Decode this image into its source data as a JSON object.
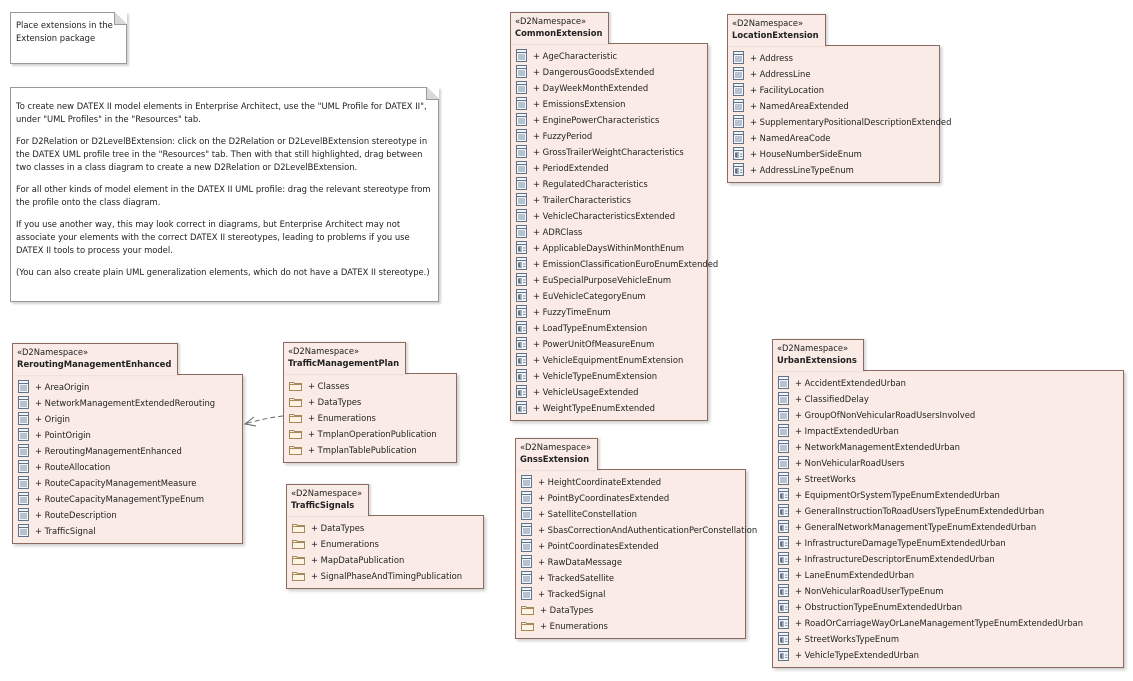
{
  "notes": [
    {
      "paragraphs": [
        "Place extensions in the Extension package"
      ]
    },
    {
      "paragraphs": [
        "To create new DATEX II model elements in Enterprise Architect, use the \"UML Profile for DATEX II\", under \"UML Profiles\" in the \"Resources\" tab.",
        "For D2Relation or D2LevelBExtension: click on the D2Relation or D2LevelBExtension stereotype in the DATEX UML profile tree in the \"Resources\" tab. Then with that still highlighted, drag between two classes in a class diagram to create a new D2Relation or D2LevelBExtension.",
        "For all other kinds of model element in the DATEX II UML profile: drag the relevant stereotype from the profile onto the class diagram.",
        "If you use another way, this may look correct in diagrams, but Enterprise Architect may not associate your elements with the correct DATEX II stereotypes, leading to problems if you use DATEX II tools to process your model.",
        "(You can also create plain UML generalization elements, which do not have a DATEX II stereotype.)"
      ]
    }
  ],
  "packages": [
    {
      "stereotype": "«D2Namespace»",
      "name": "CommonExtension",
      "items": [
        {
          "label": "+ AgeCharacteristic",
          "kind": "class"
        },
        {
          "label": "+ DangerousGoodsExtended",
          "kind": "class"
        },
        {
          "label": "+ DayWeekMonthExtended",
          "kind": "class"
        },
        {
          "label": "+ EmissionsExtension",
          "kind": "class"
        },
        {
          "label": "+ EnginePowerCharacteristics",
          "kind": "class"
        },
        {
          "label": "+ FuzzyPeriod",
          "kind": "class"
        },
        {
          "label": "+ GrossTrailerWeightCharacteristics",
          "kind": "class"
        },
        {
          "label": "+ PeriodExtended",
          "kind": "class"
        },
        {
          "label": "+ RegulatedCharacteristics",
          "kind": "class"
        },
        {
          "label": "+ TrailerCharacteristics",
          "kind": "class"
        },
        {
          "label": "+ VehicleCharacteristicsExtended",
          "kind": "class"
        },
        {
          "label": "+ ADRClass",
          "kind": "class"
        },
        {
          "label": "+ ApplicableDaysWithinMonthEnum",
          "kind": "enum"
        },
        {
          "label": "+ EmissionClassificationEuroEnumExtended",
          "kind": "enum"
        },
        {
          "label": "+ EuSpecialPurposeVehicleEnum",
          "kind": "enum"
        },
        {
          "label": "+ EuVehicleCategoryEnum",
          "kind": "enum"
        },
        {
          "label": "+ FuzzyTimeEnum",
          "kind": "enum"
        },
        {
          "label": "+ LoadTypeEnumExtension",
          "kind": "enum"
        },
        {
          "label": "+ PowerUnitOfMeasureEnum",
          "kind": "enum"
        },
        {
          "label": "+ VehicleEquipmentEnumExtension",
          "kind": "enum"
        },
        {
          "label": "+ VehicleTypeEnumExtension",
          "kind": "enum"
        },
        {
          "label": "+ VehicleUsageExtended",
          "kind": "enum"
        },
        {
          "label": "+ WeightTypeEnumExtended",
          "kind": "enum"
        }
      ]
    },
    {
      "stereotype": "«D2Namespace»",
      "name": "LocationExtension",
      "items": [
        {
          "label": "+ Address",
          "kind": "class"
        },
        {
          "label": "+ AddressLine",
          "kind": "class"
        },
        {
          "label": "+ FacilityLocation",
          "kind": "class"
        },
        {
          "label": "+ NamedAreaExtended",
          "kind": "class"
        },
        {
          "label": "+ SupplementaryPositionalDescriptionExtended",
          "kind": "class"
        },
        {
          "label": "+ NamedAreaCode",
          "kind": "class"
        },
        {
          "label": "+ HouseNumberSideEnum",
          "kind": "enum"
        },
        {
          "label": "+ AddressLineTypeEnum",
          "kind": "enum"
        }
      ]
    },
    {
      "stereotype": "«D2Namespace»",
      "name": "ReroutingManagementEnhanced",
      "items": [
        {
          "label": "+ AreaOrigin",
          "kind": "class"
        },
        {
          "label": "+ NetworkManagementExtendedRerouting",
          "kind": "class"
        },
        {
          "label": "+ Origin",
          "kind": "class"
        },
        {
          "label": "+ PointOrigin",
          "kind": "class"
        },
        {
          "label": "+ ReroutingManagementEnhanced",
          "kind": "class"
        },
        {
          "label": "+ RouteAllocation",
          "kind": "class"
        },
        {
          "label": "+ RouteCapacityManagementMeasure",
          "kind": "class"
        },
        {
          "label": "+ RouteCapacityManagementTypeEnum",
          "kind": "class"
        },
        {
          "label": "+ RouteDescription",
          "kind": "class"
        },
        {
          "label": "+ TrafficSignal",
          "kind": "class"
        }
      ]
    },
    {
      "stereotype": "«D2Namespace»",
      "name": "TrafficManagementPlan",
      "items": [
        {
          "label": "+ Classes",
          "kind": "folder"
        },
        {
          "label": "+ DataTypes",
          "kind": "folder"
        },
        {
          "label": "+ Enumerations",
          "kind": "folder"
        },
        {
          "label": "+ TmplanOperationPublication",
          "kind": "folder"
        },
        {
          "label": "+ TmplanTablePublication",
          "kind": "folder"
        }
      ]
    },
    {
      "stereotype": "«D2Namespace»",
      "name": "TrafficSignals",
      "items": [
        {
          "label": "+ DataTypes",
          "kind": "folder"
        },
        {
          "label": "+ Enumerations",
          "kind": "folder"
        },
        {
          "label": "+ MapDataPublication",
          "kind": "folder"
        },
        {
          "label": "+ SignalPhaseAndTimingPublication",
          "kind": "folder"
        }
      ]
    },
    {
      "stereotype": "«D2Namespace»",
      "name": "GnssExtension",
      "items": [
        {
          "label": "+ HeightCoordinateExtended",
          "kind": "class"
        },
        {
          "label": "+ PointByCoordinatesExtended",
          "kind": "class"
        },
        {
          "label": "+ SatelliteConstellation",
          "kind": "class"
        },
        {
          "label": "+ SbasCorrectionAndAuthenticationPerConstellation",
          "kind": "class"
        },
        {
          "label": "+ PointCoordinatesExtended",
          "kind": "class"
        },
        {
          "label": "+ RawDataMessage",
          "kind": "class"
        },
        {
          "label": "+ TrackedSatellite",
          "kind": "class"
        },
        {
          "label": "+ TrackedSignal",
          "kind": "class"
        },
        {
          "label": "+ DataTypes",
          "kind": "folder"
        },
        {
          "label": "+ Enumerations",
          "kind": "folder"
        }
      ]
    },
    {
      "stereotype": "«D2Namespace»",
      "name": "UrbanExtensions",
      "items": [
        {
          "label": "+ AccidentExtendedUrban",
          "kind": "class"
        },
        {
          "label": "+ ClassifiedDelay",
          "kind": "class"
        },
        {
          "label": "+ GroupOfNonVehicularRoadUsersInvolved",
          "kind": "class"
        },
        {
          "label": "+ ImpactExtendedUrban",
          "kind": "class"
        },
        {
          "label": "+ NetworkManagementExtendedUrban",
          "kind": "class"
        },
        {
          "label": "+ NonVehicularRoadUsers",
          "kind": "class"
        },
        {
          "label": "+ StreetWorks",
          "kind": "class"
        },
        {
          "label": "+ EquipmentOrSystemTypeEnumExtendedUrban",
          "kind": "enum"
        },
        {
          "label": "+ GeneralInstructionToRoadUsersTypeEnumExtendedUrban",
          "kind": "enum"
        },
        {
          "label": "+ GeneralNetworkManagementTypeEnumExtendedUrban",
          "kind": "enum"
        },
        {
          "label": "+ InfrastructureDamageTypeEnumExtendedUrban",
          "kind": "enum"
        },
        {
          "label": "+ InfrastructureDescriptorEnumExtendedUrban",
          "kind": "enum"
        },
        {
          "label": "+ LaneEnumExtendedUrban",
          "kind": "enum"
        },
        {
          "label": "+ NonVehicularRoadUserTypeEnum",
          "kind": "enum"
        },
        {
          "label": "+ ObstructionTypeEnumExtendedUrban",
          "kind": "enum"
        },
        {
          "label": "+ RoadOrCarriageWayOrLaneManagementTypeEnumExtendedUrban",
          "kind": "enum"
        },
        {
          "label": "+ StreetWorksTypeEnum",
          "kind": "enum"
        },
        {
          "label": "+ VehicleTypeExtendedUrban",
          "kind": "enum"
        }
      ]
    }
  ]
}
